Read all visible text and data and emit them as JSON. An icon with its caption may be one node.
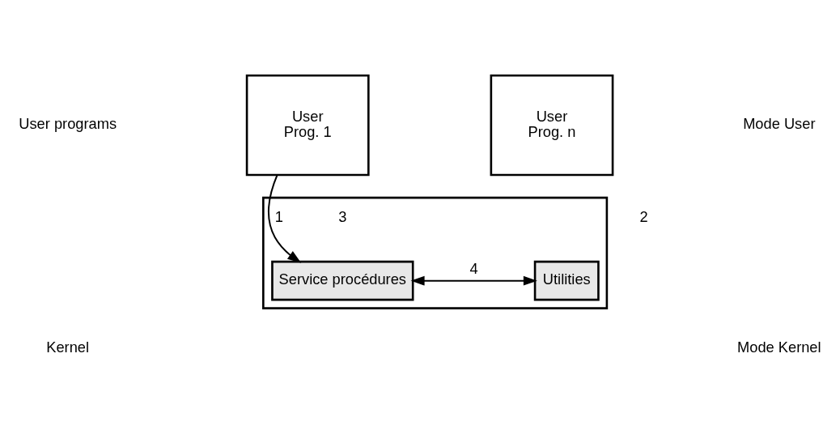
{
  "diagram": {
    "nodes": [
      {
        "text": [
          "User",
          "Prog. 1"
        ]
      },
      {
        "text": [
          "User",
          "Prog. n"
        ]
      },
      {
        "text": [],
        "shape": "box"
      },
      {
        "text": [
          "Service procédures"
        ],
        "beside": [
          "3"
        ],
        "in": 2
      },
      {
        "text": [
          "Utilities"
        ],
        "in": 2
      }
    ],
    "edges": [
      {
        "from": 0,
        "to": 3,
        "arrow": "to",
        "label": "1"
      },
      {
        "from": 3,
        "to": 4,
        "arrow": "both",
        "label": "4"
      }
    ],
    "labels": [
      "User programs",
      "Mode User",
      "2",
      "Kernel",
      "Mode Kernel"
    ]
  }
}
